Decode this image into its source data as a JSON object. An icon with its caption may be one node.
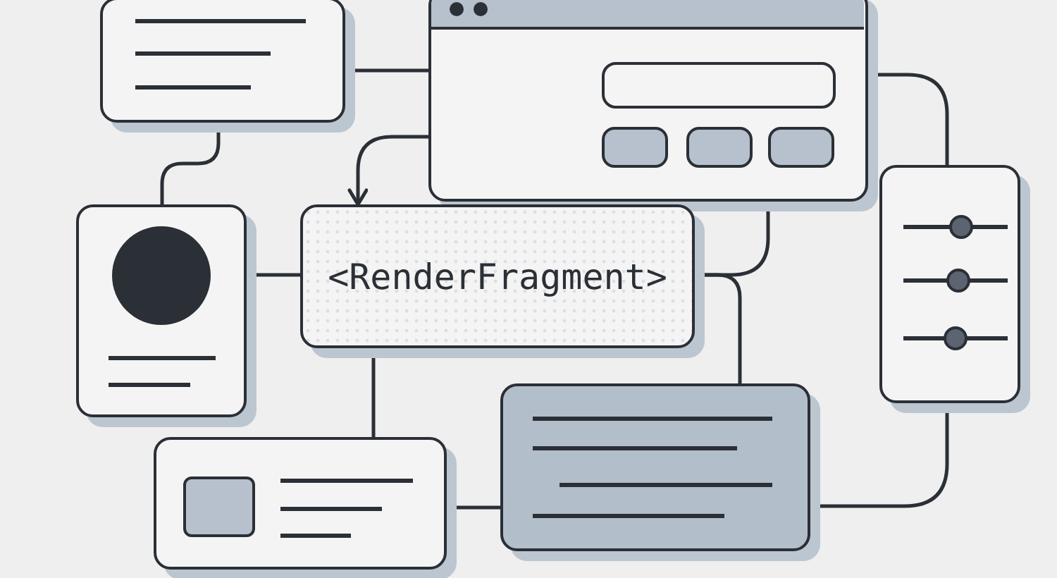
{
  "diagram": {
    "nodes": [
      {
        "text": [],
        "shape": "box"
      },
      {
        "text": [],
        "shape": "window"
      },
      {
        "text": [],
        "shape": "box"
      },
      {
        "text": [
          "<RenderFragment>"
        ]
      },
      {
        "text": [],
        "shape": "box"
      },
      {
        "text": [],
        "shape": "box"
      },
      {
        "text": [],
        "shape": "box"
      }
    ],
    "edges": [
      {
        "from": 0,
        "to": 1,
        "arrow": "none"
      },
      {
        "from": 0,
        "to": 2,
        "arrow": "none"
      },
      {
        "from": 1,
        "to": 3,
        "arrow": "to"
      },
      {
        "from": 1,
        "to": 4,
        "arrow": "none"
      },
      {
        "from": 3,
        "to": 5,
        "arrow": "none"
      },
      {
        "from": 2,
        "to": 3,
        "arrow": "none"
      },
      {
        "from": 5,
        "to": 6,
        "arrow": "none"
      },
      {
        "from": 4,
        "to": 6,
        "arrow": "none"
      },
      {
        "from": 3,
        "to": 1,
        "arrow": "none"
      },
      {
        "from": 3,
        "to": 6,
        "arrow": "none"
      }
    ]
  }
}
